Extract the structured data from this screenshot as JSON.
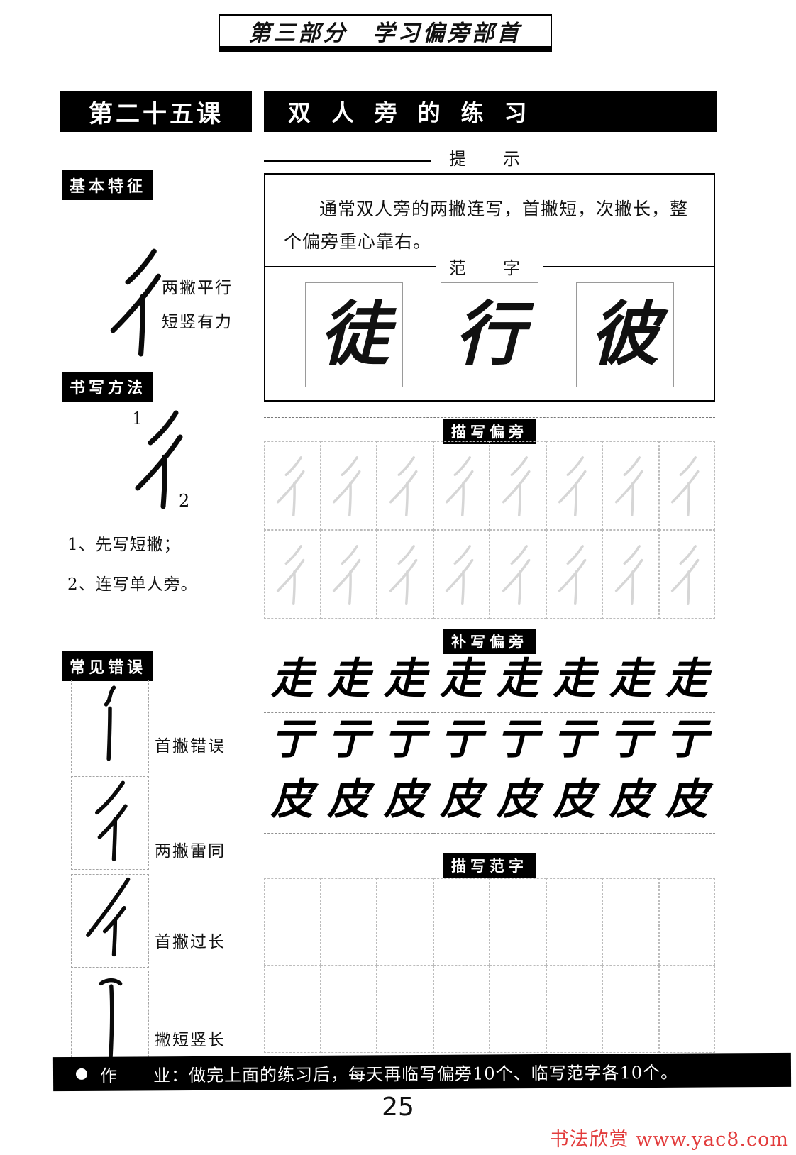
{
  "page": {
    "header_title": "第三部分　学习偏旁部首",
    "lesson_number": "第二十五课",
    "lesson_title": "双 人 旁 的 练 习",
    "page_number": "25",
    "watermark": "书法欣赏 www.yac8.com",
    "homework_text": "作　　业：做完上面的练习后，每天再临写偏旁10个、临写范字各10个。"
  },
  "sidebar": {
    "basic_features": {
      "label": "基本特征",
      "captions": {
        "line1": "两撇平行",
        "line2": "短竖有力"
      }
    },
    "writing_method": {
      "label": "书写方法",
      "stroke_numbers": {
        "first": "1",
        "second": "2"
      },
      "steps": {
        "step1": "1、先写短撇；",
        "step2": "2、连写单人旁。"
      }
    },
    "common_errors": {
      "label": "常见错误",
      "items": {
        "e1": "首撇错误",
        "e2": "两撇雷同",
        "e3": "首撇过长",
        "e4": "撇短竖长"
      }
    }
  },
  "main": {
    "hint": {
      "label": "提　示",
      "text": "通常双人旁的两撇连写，首撇短，次撇长，整个偏旁重心靠右。"
    },
    "example": {
      "label": "范　字",
      "characters": {
        "c1": "徒",
        "c2": "行",
        "c3": "彼"
      }
    },
    "trace_radical": {
      "label": "描写偏旁"
    },
    "fill_radical": {
      "label": "补写偏旁",
      "columns": 8,
      "rows": [
        {
          "char": "走"
        },
        {
          "char": "亍"
        },
        {
          "char": "皮"
        }
      ]
    },
    "trace_examples": {
      "label": "描写范字"
    }
  },
  "icons": {
    "bullet": "homework-bullet-circle",
    "radical_illustration": "chi-radical-handwritten",
    "accent_color": "#e23c3c"
  }
}
